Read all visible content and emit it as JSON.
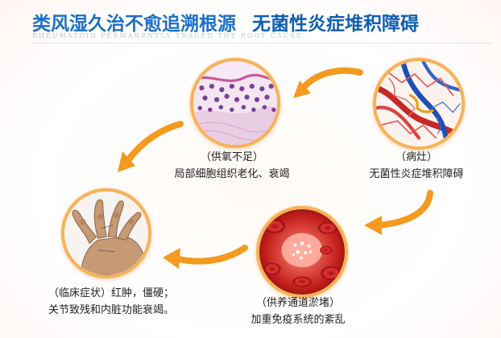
{
  "header": {
    "title_part1": "类风湿久治不愈追溯根源",
    "title_part2": "无菌性炎症堆积障碍",
    "subtitle": "RHEUMATOID PERMANENTLY TRACED THE ROOT CAUSE"
  },
  "stages": [
    {
      "key": "lesion",
      "line1": "（病灶）",
      "line2": "无菌性炎症堆积障碍"
    },
    {
      "key": "oxygen",
      "line1": "（供氧不足）",
      "line2": "局部细胞组织老化、衰竭"
    },
    {
      "key": "blockage",
      "line1": "（供养通道淤堵）",
      "line2": "加重免疫系统的紊乱"
    },
    {
      "key": "clinical",
      "line1": "（临床症状）红肿，僵硬；",
      "line2": "关节致残和内脏功能衰竭。"
    }
  ],
  "colors": {
    "title_blue": "#1a6fc4",
    "ring_orange": "#f6b25a",
    "arrow_orange": "#f39a1f"
  },
  "icons": {
    "vessel": "blood-vessel-image",
    "tissue": "tissue-cells-image",
    "blood": "blood-cells-image",
    "hand": "deformed-hand-image"
  }
}
